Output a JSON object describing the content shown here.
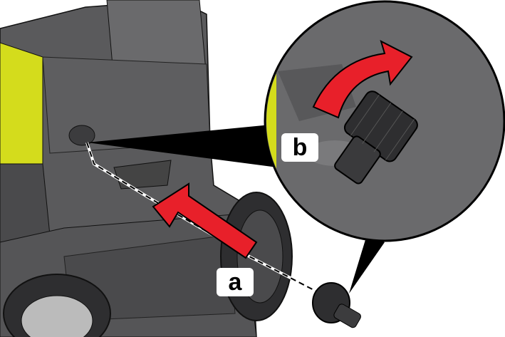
{
  "labels": {
    "step_a": "a",
    "step_b": "b"
  },
  "colors": {
    "body_gray": "#5a5a5c",
    "dark_gray": "#3c3c3e",
    "accent_yellow": "#d4dc1c",
    "arrow_red": "#e8202a",
    "callout_bg": "#6a6a6c"
  },
  "icons": {
    "push_arrow": "arrow-insert",
    "rotate_arrow": "arrow-rotate-clockwise"
  }
}
